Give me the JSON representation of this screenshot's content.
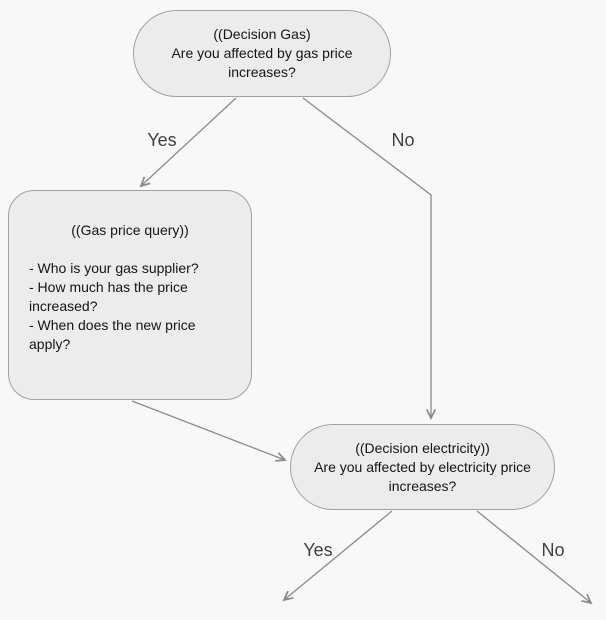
{
  "diagram": {
    "nodes": {
      "decision_gas": {
        "title": "((Decision Gas)",
        "question": "Are you affected by gas price increases?"
      },
      "gas_price_query": {
        "title": "((Gas price query))",
        "body": "- Who is your gas supplier?\n- How much has the price increased?\n- When does the new price apply?"
      },
      "decision_electricity": {
        "title": "((Decision electricity))",
        "question": "Are you affected by electricity price increases?"
      }
    },
    "edge_labels": {
      "gas_yes": "Yes",
      "gas_no": "No",
      "electricity_yes": "Yes",
      "electricity_no": "No"
    },
    "colors": {
      "background": "#f8f8f9",
      "node_fill": "#ececec",
      "node_border": "#a1a1a1",
      "arrow": "#8a8a8a",
      "edge_label": "#3f3f3f",
      "text": "#151515"
    }
  }
}
